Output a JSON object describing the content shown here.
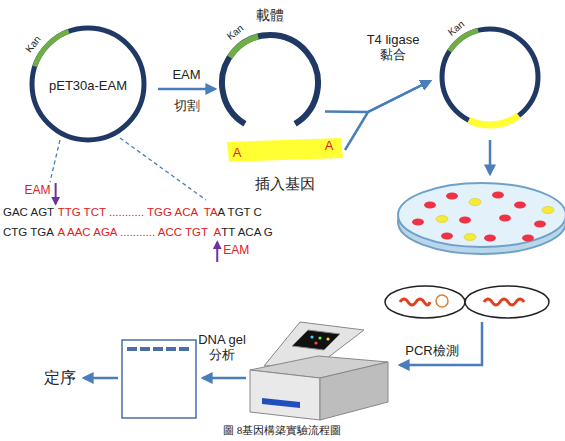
{
  "diagram": {
    "caption": "圖 8基因構築實驗流程圖",
    "nodes": [
      {
        "text": [
          "pET30a-EAM",
          "Kan"
        ]
      },
      {
        "text": [
          "載體",
          "Kan"
        ]
      },
      {
        "text": [
          "A",
          "A",
          "插入基因"
        ]
      },
      {
        "text": [
          "Kan"
        ]
      }
    ],
    "edges": [
      {
        "from": 0,
        "to": 1,
        "arrow": "to",
        "label": "EAM"
      },
      {
        "from": 1,
        "to": 3,
        "arrow": "to",
        "label": "T4 ligase 黏合"
      },
      {
        "from": 2,
        "to": 3,
        "arrow": "to"
      }
    ],
    "labels": [
      "切割",
      "PCR檢測",
      "DNA gel 分析",
      "定序",
      "EAM",
      "GAC AGT",
      "TTG TCT ........... TGG ACA  TA",
      "A TGT C",
      "CTG TGA",
      "A AAC AGA ........... ACC TGT  A",
      "TT ACA G",
      "EAM"
    ]
  }
}
